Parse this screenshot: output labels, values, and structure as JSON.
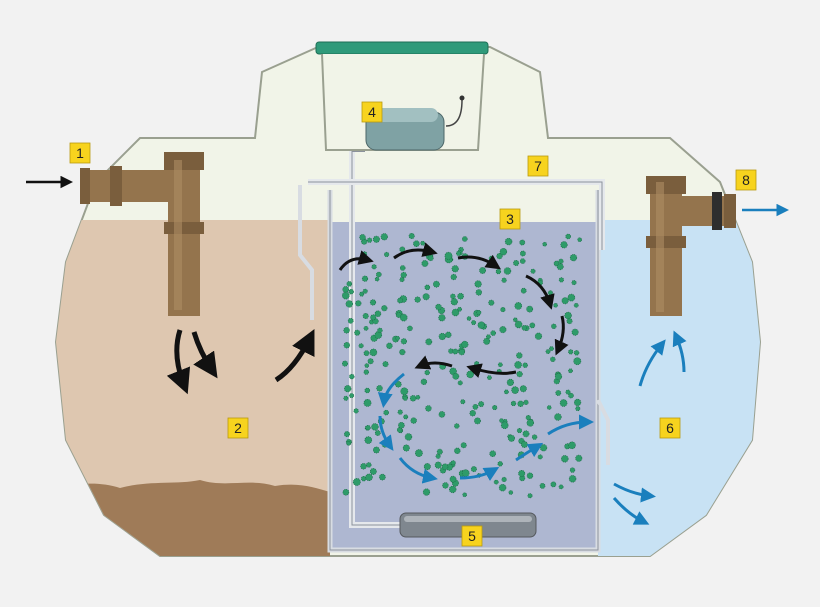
{
  "labels": {
    "inlet": "1",
    "primary_settlement": "2",
    "biozone_media": "3",
    "air_blower": "4",
    "air_diffuser": "5",
    "final_settlement": "6",
    "air_pipe": "7",
    "outlet": "8"
  },
  "colors": {
    "tank_shell": "#f1f4e8",
    "primary_liquid": "#dec7b0",
    "sludge": "#9f7b58",
    "aeration_liquid": "#aeb7d1",
    "clarified_liquid": "#c8e2f4",
    "media": "#2e9b69",
    "flow_dark": "#111111",
    "flow_blue": "#1a7fbd",
    "pipe": "#94744d",
    "lid": "#2f9a7a",
    "label": "#f7d31e"
  },
  "icons": [
    "arrow-icon"
  ]
}
